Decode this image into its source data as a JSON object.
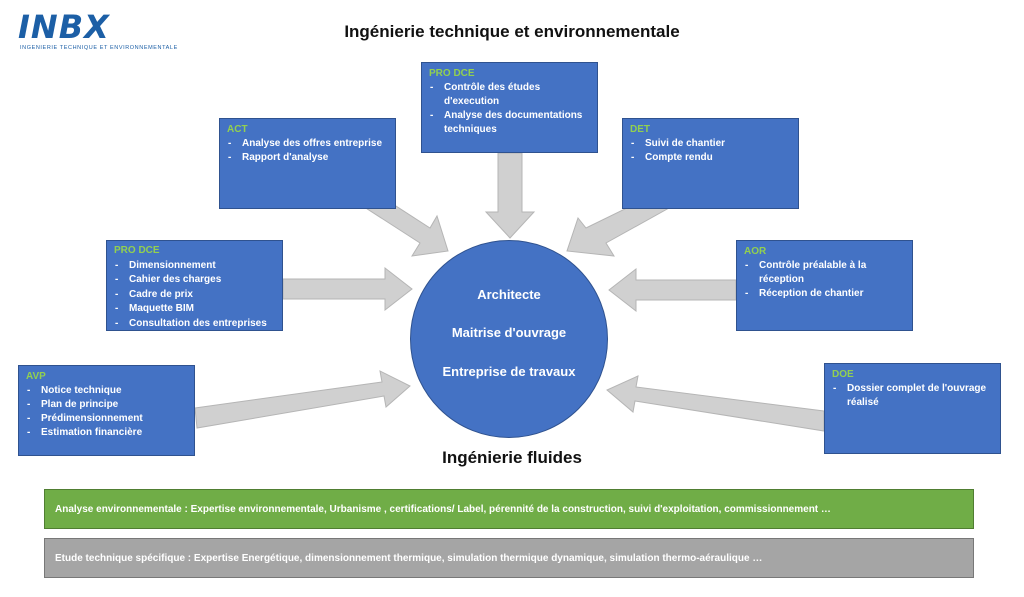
{
  "logo": {
    "text": "INBX",
    "subtitle": "INGENIERIE TECHNIQUE ET ENVIRONNEMENTALE"
  },
  "title": "Ingénierie technique et environnementale",
  "subtitle": "Ingénierie fluides",
  "center": {
    "line1": "Architecte",
    "line2": "Maitrise d'ouvrage",
    "line3": "Entreprise de travaux"
  },
  "boxes": {
    "avp": {
      "title": "AVP",
      "items": [
        "Notice technique",
        "Plan de principe",
        "Prédimensionnement",
        "Estimation financière"
      ]
    },
    "pro_dce_left": {
      "title": "PRO DCE",
      "items": [
        "Dimensionnement",
        "Cahier des charges",
        "Cadre de prix",
        "Maquette BIM",
        "Consultation des entreprises"
      ]
    },
    "act": {
      "title": "ACT",
      "items": [
        "Analyse des offres entreprise",
        "Rapport d'analyse"
      ]
    },
    "pro_dce_top": {
      "title": "PRO DCE",
      "items": [
        "Contrôle des études d'execution",
        "Analyse des documentations techniques"
      ]
    },
    "det": {
      "title": "DET",
      "items": [
        "Suivi de chantier",
        "Compte rendu"
      ]
    },
    "aor": {
      "title": "AOR",
      "items": [
        "Contrôle préalable à la réception",
        "Réception de chantier"
      ]
    },
    "doe": {
      "title": "DOE",
      "items": [
        "Dossier complet de l'ouvrage réalisé"
      ]
    }
  },
  "bars": {
    "environment": "Analyse environnementale :  Expertise environnementale, Urbanisme , certifications/ Label, pérennité de la construction, suivi d'exploitation, commissionnement …",
    "technical": "Etude technique spécifique : Expertise Energétique, dimensionnement thermique, simulation thermique dynamique, simulation thermo-aéraulique …"
  },
  "colors": {
    "box_fill": "#4472c4",
    "box_title": "#92d050",
    "arrow": "#d0d0d0",
    "bar_green": "#70ad47",
    "bar_grey": "#a5a5a5"
  }
}
